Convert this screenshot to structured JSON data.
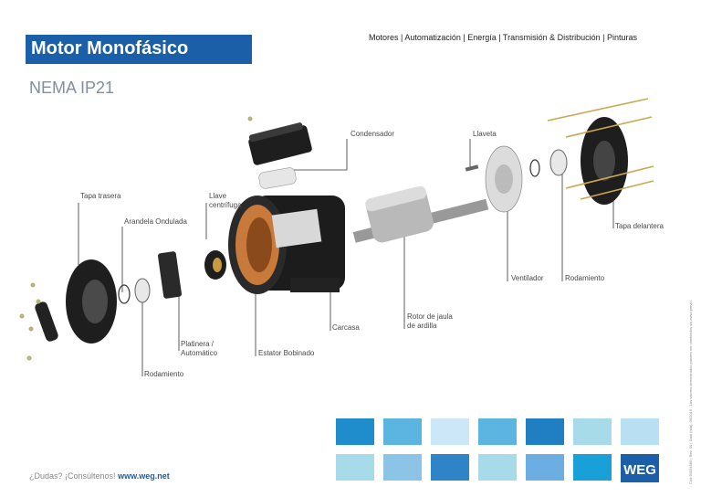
{
  "header": {
    "nav_text": "Motores | Automatización | Energía | Transmisión & Distribución | Pinturas",
    "title": "Motor Monofásico",
    "subtitle": "NEMA IP21"
  },
  "labels": {
    "condensador": "Condensador",
    "llaveta": "Llaveta",
    "tapa_trasera": "Tapa trasera",
    "llave_centrifuga_1": "Llave",
    "llave_centrifuga_2": "centrífuga",
    "arandela": "Arandela Ondulada",
    "tapa_delantera": "Tapa delantera",
    "ventilador": "Ventilador",
    "rodamiento_front": "Rodamiento",
    "rotor_1": "Rotor de jaula",
    "rotor_2": "de ardilla",
    "carcasa": "Carcasa",
    "platinera_1": "Platinera /",
    "platinera_2": "Automático",
    "estator": "Estator Bobinado",
    "rodamiento_rear": "Rodamiento"
  },
  "footer": {
    "question": "¿Dudas? ¡Consúltenos! ",
    "url": "www.weg.net"
  },
  "copyright": "Cód 50034580 | Rev: 00 | Data (m/a): 06/2015 - Las valores demostrados pueden ser cambiados sin aviso previo.",
  "logo_text": "WEG",
  "colors": {
    "brand_blue": "#1a5fa8",
    "swatches_row1": [
      "#1f8ccc",
      "#5bb5e0",
      "#cce8f8",
      "#5bb5e0",
      "#1f7fc2",
      "#a8dbea",
      "#b8e0f2"
    ],
    "swatches_row2": [
      "#a8dbea",
      "#8cc4e8",
      "#2e84c6",
      "#a8dbea",
      "#6caee2",
      "#1aa0d8"
    ]
  }
}
